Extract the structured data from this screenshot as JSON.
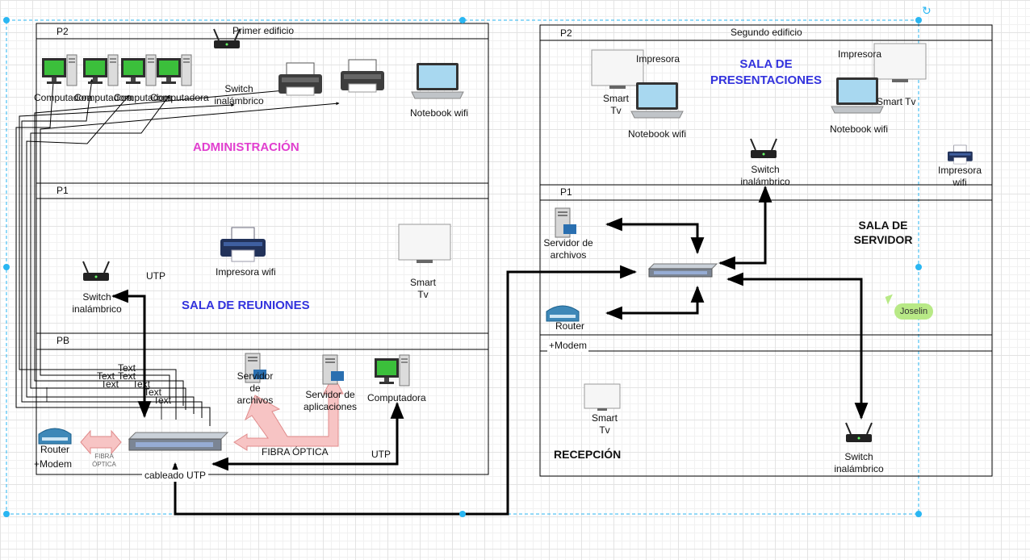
{
  "buildings": {
    "left": {
      "name": "Primer edificio",
      "floors": [
        "P2",
        "P1",
        "PB"
      ],
      "rooms": {
        "admin": "ADMINISTRACIÓN",
        "meeting": "SALA DE REUNIONES"
      }
    },
    "right": {
      "name": "Segundo edificio",
      "floors": [
        "P2",
        "P1"
      ],
      "rooms": {
        "presentations": "SALA DE PRESENTACIONES",
        "server": "SALA DE SERVIDOR",
        "reception": "RECEPCIÓN"
      }
    }
  },
  "devices": {
    "computer": "Computadora",
    "switch_wireless": "Switch inalámbrico",
    "notebook": "Notebook wifi",
    "printer": "Impresora",
    "printer_wifi": "Impresora wifi",
    "smart_tv": "Smart Tv",
    "file_server": "Servidor de archivos",
    "app_server": "Servidor de aplicaciones",
    "router": "Router",
    "modem": "+Modem"
  },
  "links": {
    "utp": "UTP",
    "fiber": "FIBRA ÓPTICA",
    "fiber_small": "FIBRA ÓPTICA",
    "cabled_utp": "cableado UTP",
    "text_placeholder": "Text"
  },
  "note": "Joselin",
  "colors": {
    "admin_title": "#e13fcf",
    "room_title": "#3333dd",
    "fiber_arrow": "#f7c4c4",
    "selection": "#29b6f2"
  }
}
